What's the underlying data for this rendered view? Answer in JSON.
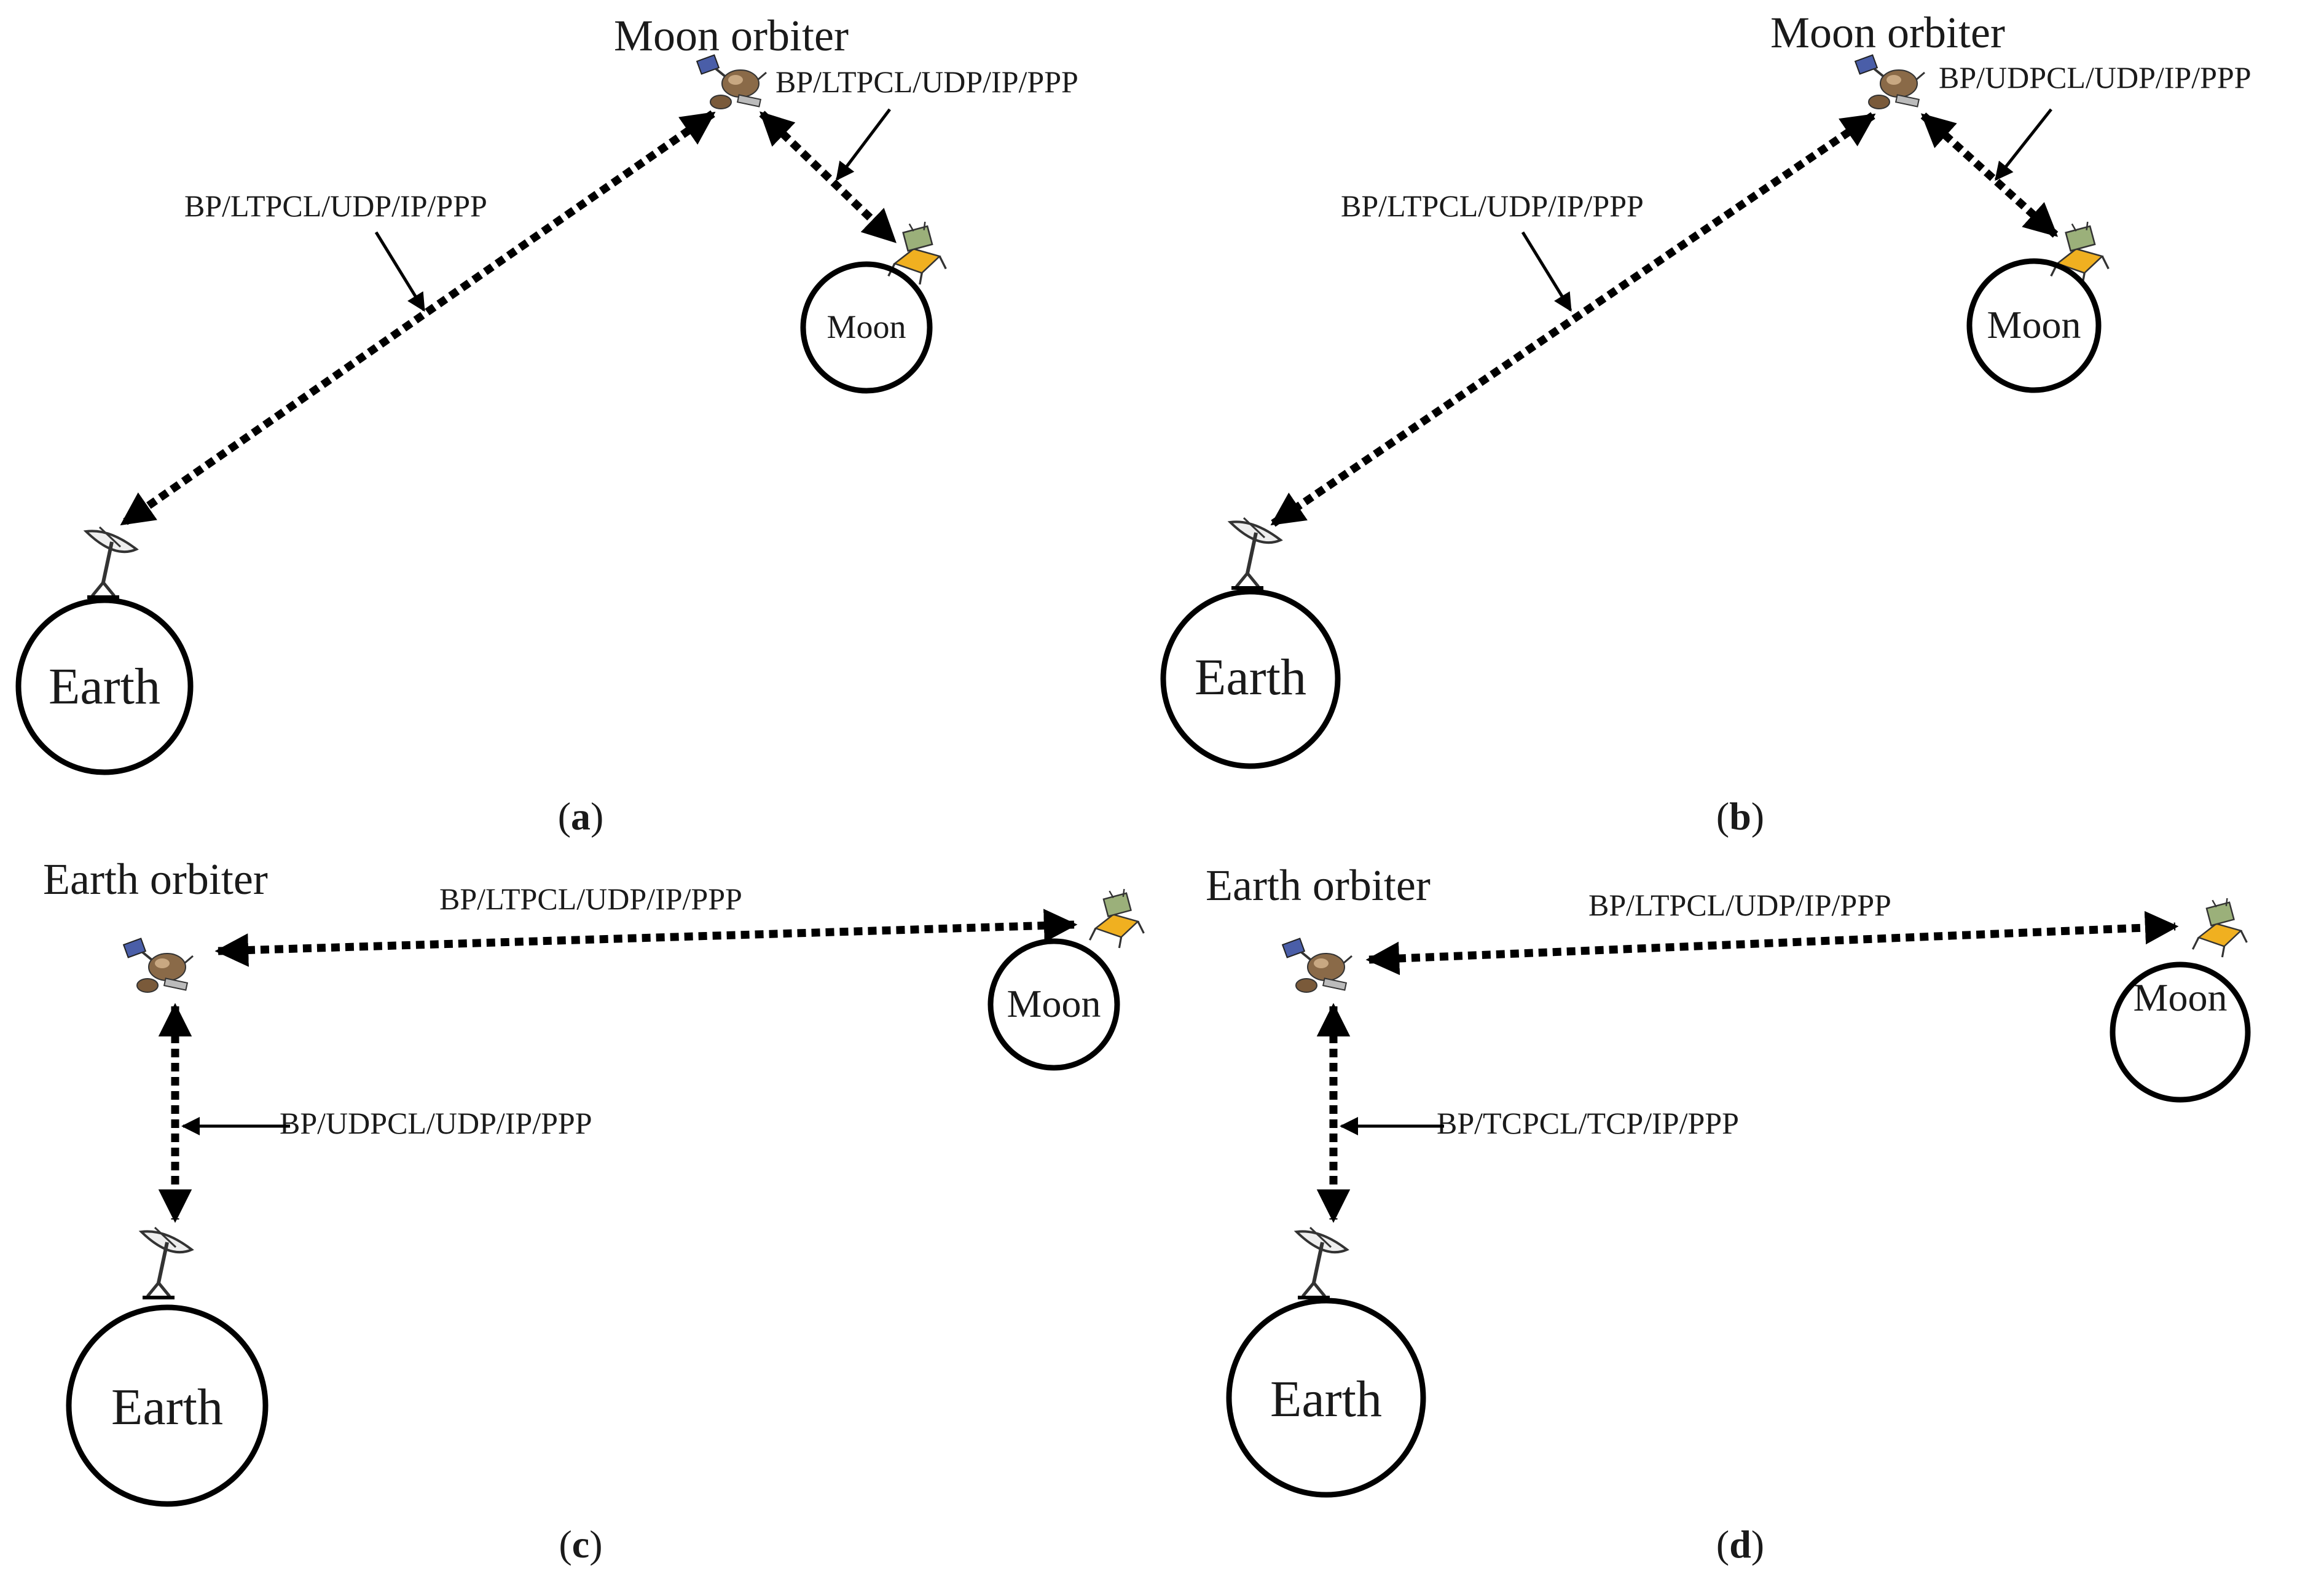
{
  "panels": {
    "a": {
      "caption": "a",
      "hub": "Moon orbiter",
      "link1": "BP/LTPCL/UDP/IP/PPP",
      "link2": "BP/LTPCL/UDP/IP/PPP",
      "earth": "Earth",
      "moon": "Moon"
    },
    "b": {
      "caption": "b",
      "hub": "Moon orbiter",
      "link1": "BP/LTPCL/UDP/IP/PPP",
      "link2": "BP/UDPCL/UDP/IP/PPP",
      "earth": "Earth",
      "moon": "Moon"
    },
    "c": {
      "caption": "c",
      "hub": "Earth orbiter",
      "link1": "BP/LTPCL/UDP/IP/PPP",
      "link2": "BP/UDPCL/UDP/IP/PPP",
      "earth": "Earth",
      "moon": "Moon"
    },
    "d": {
      "caption": "d",
      "hub": "Earth orbiter",
      "link1": "BP/LTPCL/UDP/IP/PPP",
      "link2": "BP/TCPCL/TCP/IP/PPP",
      "earth": "Earth",
      "moon": "Moon"
    }
  },
  "caption_parens": [
    "(",
    ")"
  ],
  "icons": [
    "satellite-icon",
    "dish-antenna-icon",
    "lunar-lander-icon"
  ]
}
